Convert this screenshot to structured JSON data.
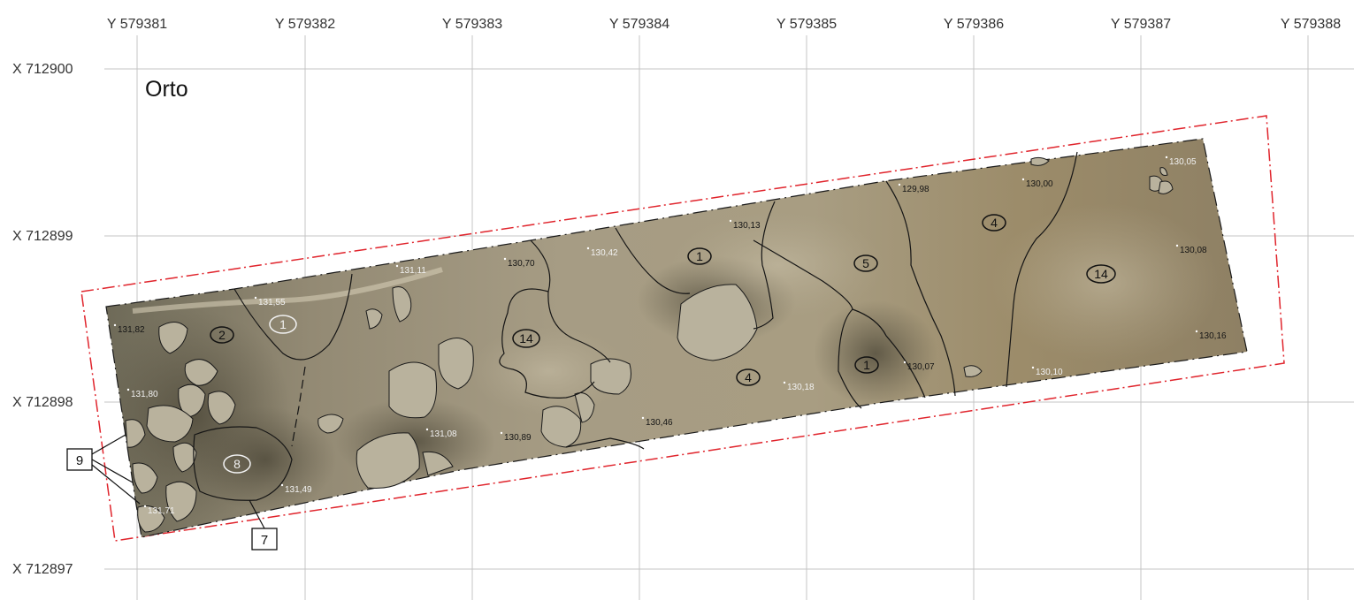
{
  "map": {
    "title": "Orto",
    "y_axis_labels": [
      "Y 579381",
      "Y 579382",
      "Y 579383",
      "Y 579384",
      "Y 579385",
      "Y 579386",
      "Y 579387",
      "Y 579388"
    ],
    "x_axis_labels": [
      "X 712900",
      "X 712899",
      "X 712898",
      "X 712897"
    ],
    "colors": {
      "grid": "#c4c4c4",
      "outline": "#e0242c",
      "contour": "#151515",
      "soil_light": "#a39a82",
      "soil_dark": "#6d6550"
    },
    "elevations": [
      {
        "v": "131,82",
        "color": "dark"
      },
      {
        "v": "131,55",
        "color": "light"
      },
      {
        "v": "131,11",
        "color": "light"
      },
      {
        "v": "130,70",
        "color": "dark"
      },
      {
        "v": "130,42",
        "color": "light"
      },
      {
        "v": "130,13",
        "color": "dark"
      },
      {
        "v": "129,98",
        "color": "dark"
      },
      {
        "v": "130,00",
        "color": "dark"
      },
      {
        "v": "130,05",
        "color": "light"
      },
      {
        "v": "130,08",
        "color": "dark"
      },
      {
        "v": "130,16",
        "color": "dark"
      },
      {
        "v": "130,10",
        "color": "light"
      },
      {
        "v": "130,07",
        "color": "dark"
      },
      {
        "v": "130,18",
        "color": "light"
      },
      {
        "v": "130,46",
        "color": "dark"
      },
      {
        "v": "130,89",
        "color": "dark"
      },
      {
        "v": "131,08",
        "color": "light"
      },
      {
        "v": "131,49",
        "color": "light"
      },
      {
        "v": "131,80",
        "color": "light"
      },
      {
        "v": "131,71",
        "color": "light"
      }
    ],
    "contexts": [
      {
        "id": "1",
        "style": "light"
      },
      {
        "id": "2",
        "style": "dark"
      },
      {
        "id": "14",
        "style": "dark"
      },
      {
        "id": "1",
        "style": "dark"
      },
      {
        "id": "5",
        "style": "dark"
      },
      {
        "id": "4",
        "style": "dark"
      },
      {
        "id": "14",
        "style": "dark"
      },
      {
        "id": "1",
        "style": "dark"
      },
      {
        "id": "4",
        "style": "dark"
      },
      {
        "id": "8",
        "style": "light"
      }
    ],
    "callouts": [
      "9",
      "7"
    ]
  }
}
